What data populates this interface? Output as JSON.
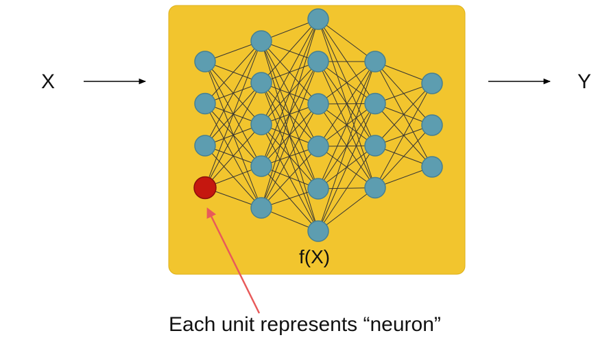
{
  "labels": {
    "input": "X",
    "output": "Y",
    "function": "f(X)",
    "caption": "Each unit represents “neuron”"
  },
  "network": {
    "layer_sizes": [
      4,
      5,
      6,
      4,
      3
    ],
    "highlighted_unit": {
      "layer": 0,
      "index": 3
    }
  },
  "colors": {
    "box_fill": "#f2c52e",
    "box_border": "#ddb11a",
    "neuron_fill": "#5d9db0",
    "neuron_stroke": "#457f92",
    "highlight_fill": "#c5170f",
    "highlight_stroke": "#8a0f0a",
    "connection": "#333333",
    "arrow": "#000000",
    "annotation_arrow": "#e85a5a"
  }
}
